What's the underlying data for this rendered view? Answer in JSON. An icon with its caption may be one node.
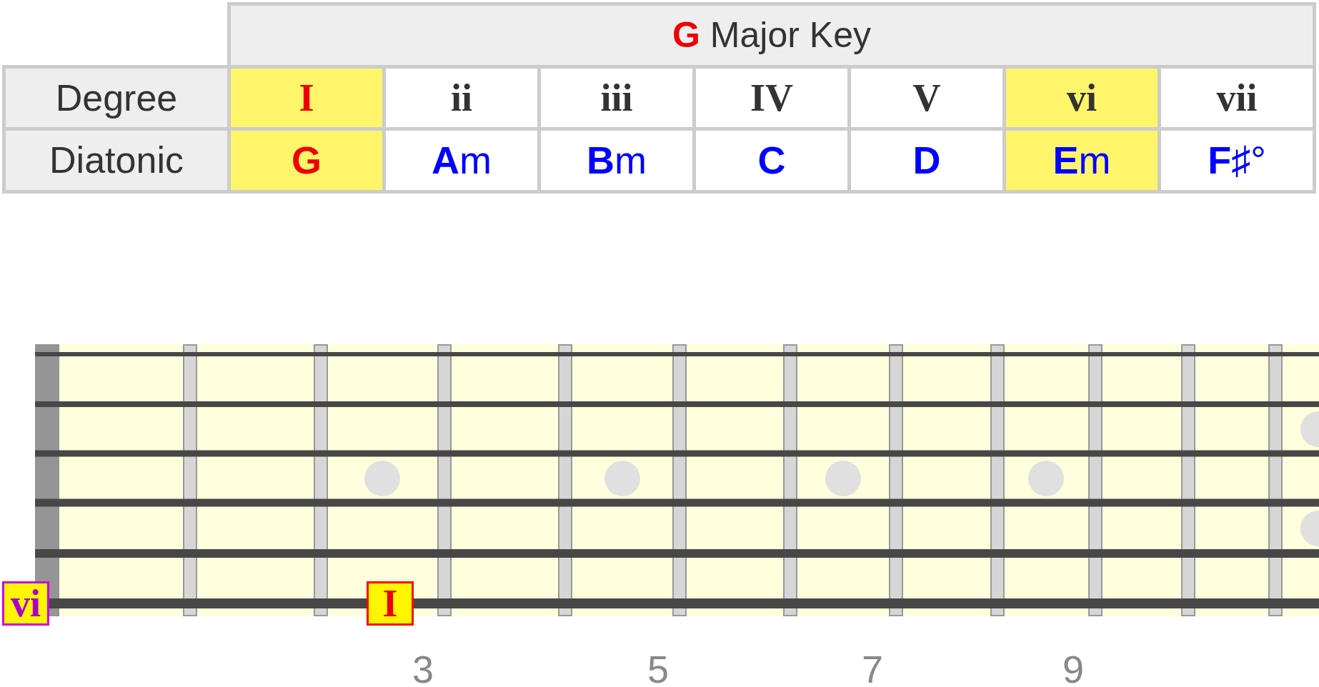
{
  "diagram": {
    "title": "**G** Major Key",
    "nodes": [
      {
        "text": [
          "vi"
        ]
      },
      {
        "text": [
          "I"
        ]
      }
    ],
    "labels": [
      "Degree",
      "I",
      "ii",
      "iii",
      "IV",
      "V",
      "vi",
      "vii",
      "Diatonic",
      "G",
      "**A**m",
      "**B**m",
      "C",
      "D",
      "**E**m",
      "**F**♯°",
      "3",
      "5",
      "7",
      "9"
    ]
  }
}
